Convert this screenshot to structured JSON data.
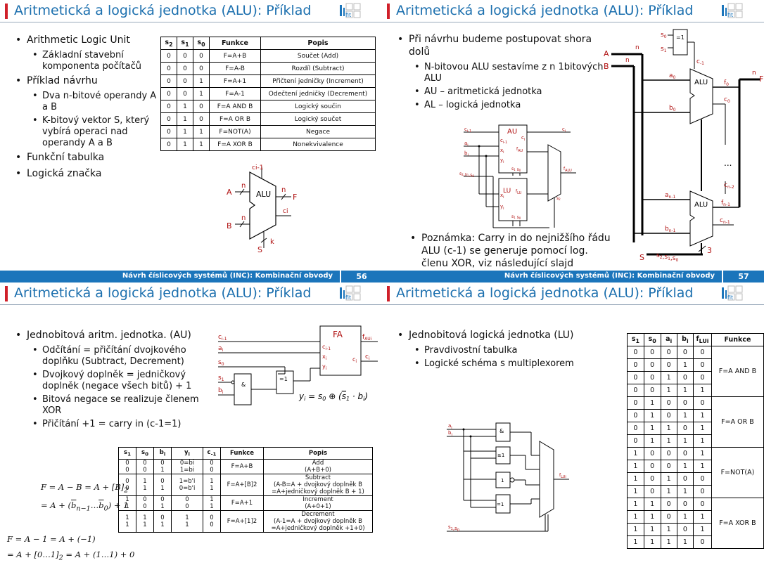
{
  "footer_text": "Návrh číslicových systémů (INC): Kombinační obvody",
  "slides": [
    {
      "title": "Aritmetická a logická jednotka (ALU): Příklad",
      "page": "56",
      "bullets": [
        "Arithmetic Logic Unit",
        "Příklad návrhu",
        "Funkční tabulka",
        "Logická značka"
      ],
      "sub_alu": "Základní stavební komponenta počítačů",
      "sub_ops": "Dva n-bitové operandy A a B",
      "sub_vec": "K-bitový vektor S, který vybírá operaci nad operandy A a B",
      "table": {
        "headers": [
          "s2",
          "s1",
          "s0",
          "Funkce",
          "Popis"
        ],
        "rows": [
          [
            "0",
            "0",
            "0",
            "F=A+B",
            "Součet (Add)"
          ],
          [
            "0",
            "0",
            "0",
            "F=A-B",
            "Rozdíl (Subtract)"
          ],
          [
            "0",
            "0",
            "1",
            "F=A+1",
            "Přičtení jedničky (Increment)"
          ],
          [
            "0",
            "0",
            "1",
            "F=A-1",
            "Odečtení jedničky (Decrement)"
          ],
          [
            "0",
            "1",
            "0",
            "F=A AND B",
            "Logický součin"
          ],
          [
            "0",
            "1",
            "0",
            "F=A OR B",
            "Logický součet"
          ],
          [
            "0",
            "1",
            "1",
            "F=NOT(A)",
            "Negace"
          ],
          [
            "0",
            "1",
            "1",
            "F=A XOR B",
            "Nonekvivalence"
          ]
        ]
      },
      "symbol": {
        "alu": "ALU",
        "a": "A",
        "b": "B",
        "f": "F",
        "s": "S",
        "n": "n",
        "k": "k",
        "cin": "ci-1",
        "cout": "ci"
      }
    },
    {
      "title": "Aritmetická a logická jednotka (ALU): Příklad",
      "page": "57",
      "bullets": [
        "Při návrhu budeme postupovat shora dolů",
        "Poznámka: Carry in do nejnižšího řádu ALU (c-1) se generuje pomocí log. členu XOR, viz následující slajd"
      ],
      "subs": [
        "N-bitovou ALU sestavíme z n 1bitových ALU",
        "AU – aritmetická jednotka",
        "AL – logická jednotka"
      ],
      "diagram": {
        "au": "AU",
        "lu": "LU",
        "xor": "=1",
        "alu": "ALU",
        "dots": "...",
        "three": "3"
      }
    },
    {
      "title": "Aritmetická a logická jednotka (ALU): Příklad",
      "bullets": [
        "Jednobitová aritm. jednotka. (AU)"
      ],
      "subs": [
        "Odčítání = přičítání dvojkového doplňku (Subtract, Decrement)",
        "Dvojkový doplněk = jedničkový doplněk (negace všech bitů) + 1",
        "Bitová negace se realizuje členem XOR",
        "Přičítání +1 = carry in (c-1=1)"
      ],
      "fa": "FA",
      "table": {
        "headers": [
          "s1",
          "s0",
          "bi",
          "yi",
          "c-1",
          "Funkce",
          "Popis"
        ],
        "rows": [
          [
            "0\n0",
            "0\n0",
            "0\n1",
            "0=bi\n1=bi",
            "0\n0",
            "F=A+B",
            "Add\n(A+B+0)"
          ],
          [
            "0\n0",
            "1\n1",
            "0\n1",
            "1=b'i\n0=b'i",
            "1\n1",
            "F=A+[B]2",
            "Subtract\n(A-B=A + dvojkový doplněk B\n=A+jedničkový doplněk B + 1)"
          ],
          [
            "1\n1",
            "0\n0",
            "0\n1",
            "0\n0",
            "1\n1",
            "F=A+1",
            "Increment\n(A+0+1)"
          ],
          [
            "1\n1",
            "1\n1",
            "0\n1",
            "1\n1",
            "0\n0",
            "F=A+[1]2",
            "Decrement\n(A-1=A + dvojkový doplněk B\n=A+jedničkový doplněk +1+0)"
          ]
        ]
      }
    },
    {
      "title": "Aritmetická a logická jednotka (ALU): Příklad",
      "bullets": [
        "Jednobitová logická jednotka (LU)"
      ],
      "subs": [
        "Pravdivostní tabulka",
        "Logické schéma s multiplexorem"
      ],
      "table": {
        "headers": [
          "s1",
          "s0",
          "ai",
          "bi",
          "fLUi",
          "Funkce"
        ],
        "groups": [
          {
            "func": "F=A AND B",
            "rows": [
              [
                "0",
                "0",
                "0",
                "0",
                "0"
              ],
              [
                "0",
                "0",
                "0",
                "1",
                "0"
              ],
              [
                "0",
                "0",
                "1",
                "0",
                "0"
              ],
              [
                "0",
                "0",
                "1",
                "1",
                "1"
              ]
            ]
          },
          {
            "func": "F=A OR B",
            "rows": [
              [
                "0",
                "1",
                "0",
                "0",
                "0"
              ],
              [
                "0",
                "1",
                "0",
                "1",
                "1"
              ],
              [
                "0",
                "1",
                "1",
                "0",
                "1"
              ],
              [
                "0",
                "1",
                "1",
                "1",
                "1"
              ]
            ]
          },
          {
            "func": "F=NOT(A)",
            "rows": [
              [
                "1",
                "0",
                "0",
                "0",
                "1"
              ],
              [
                "1",
                "0",
                "0",
                "1",
                "1"
              ],
              [
                "1",
                "0",
                "1",
                "0",
                "0"
              ],
              [
                "1",
                "0",
                "1",
                "1",
                "0"
              ]
            ]
          },
          {
            "func": "F=A XOR B",
            "rows": [
              [
                "1",
                "1",
                "0",
                "0",
                "0"
              ],
              [
                "1",
                "1",
                "0",
                "1",
                "1"
              ],
              [
                "1",
                "1",
                "1",
                "0",
                "1"
              ],
              [
                "1",
                "1",
                "1",
                "1",
                "0"
              ]
            ]
          }
        ]
      }
    }
  ]
}
